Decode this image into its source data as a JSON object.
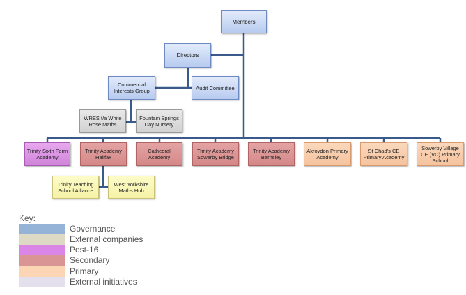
{
  "nodes": {
    "members": "Members",
    "directors": "Directors",
    "commercial": "Commercial Interests Group",
    "audit": "Audit Committee",
    "wres": "WRES t/a White Rose Maths",
    "fountain": "Fountain Springs Day Nursery",
    "sixth_form": "Trinity Sixth Form Academy",
    "halifax": "Trinity Academy Halifax",
    "cathedral": "Cathedral Academy",
    "sowerby_bridge": "Trinity Academy Sowerby Bridge",
    "barnsley": "Trinity Academy Barnsley",
    "akroydon": "Akroydon Primary Academy",
    "st_chads": "St Chad’s CE Primary Academy",
    "sowerby_village": "Sowerby Village CE (VC) Primary School",
    "teaching_alliance": "Trinity Teaching School Alliance",
    "maths_hub": "West Yorkshire Maths Hub"
  },
  "key": {
    "title": "Key:",
    "items": [
      {
        "label": "Governance",
        "color": "#95b3d7"
      },
      {
        "label": "External companies",
        "color": "#ddd9c4"
      },
      {
        "label": "Post-16",
        "color": "#d986e6"
      },
      {
        "label": "Secondary",
        "color": "#d99594"
      },
      {
        "label": "Primary",
        "color": "#fcd5b4"
      },
      {
        "label": "External initiatives",
        "color": "#e4dfec"
      }
    ]
  },
  "colors": {
    "connector": "#3a5a8c"
  }
}
